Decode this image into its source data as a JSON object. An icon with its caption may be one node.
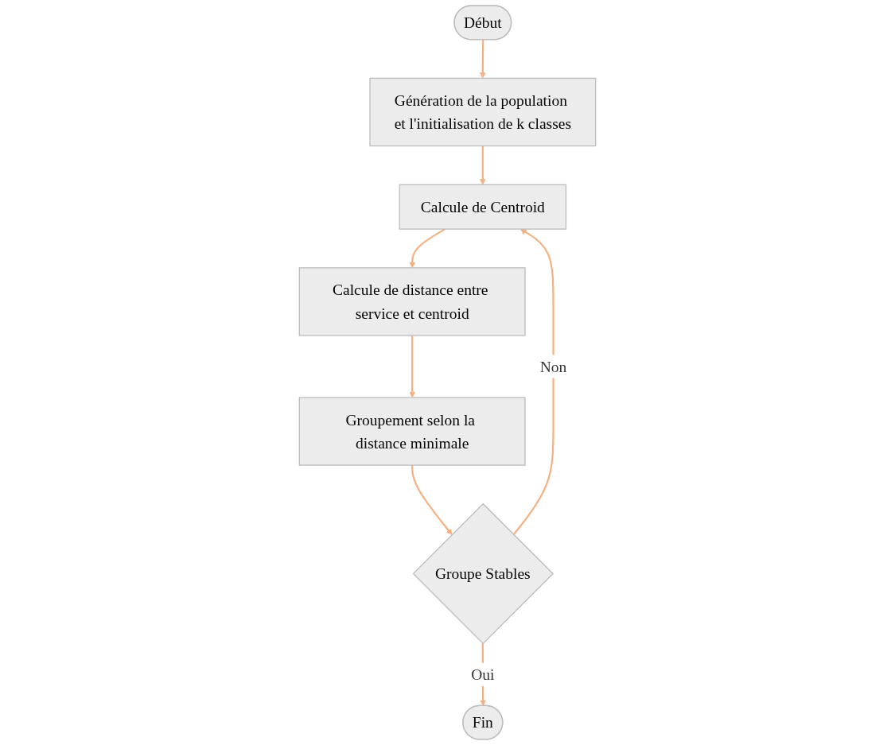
{
  "diagram": {
    "nodes": [
      {
        "text": [
          "Début"
        ]
      },
      {
        "text": [
          "Génération de la population et l'initialisation de k classes"
        ]
      },
      {
        "text": [
          "Calcule de Centroid"
        ]
      },
      {
        "text": [
          "Calcule de distance entre service et centroid"
        ]
      },
      {
        "text": [
          "Groupement selon la distance minimale"
        ]
      },
      {
        "text": [
          "Groupe Stables"
        ]
      },
      {
        "text": [
          "Fin"
        ]
      }
    ],
    "edges": [
      {
        "from": 0,
        "to": 1,
        "arrow": "to"
      },
      {
        "from": 1,
        "to": 2,
        "arrow": "to"
      },
      {
        "from": 2,
        "to": 3,
        "arrow": "to"
      },
      {
        "from": 3,
        "to": 4,
        "arrow": "to"
      },
      {
        "from": 4,
        "to": 5,
        "arrow": "to"
      },
      {
        "from": 5,
        "to": 2,
        "arrow": "to",
        "label": "Non"
      },
      {
        "from": 5,
        "to": 6,
        "arrow": "to",
        "label": "Oui"
      }
    ]
  }
}
